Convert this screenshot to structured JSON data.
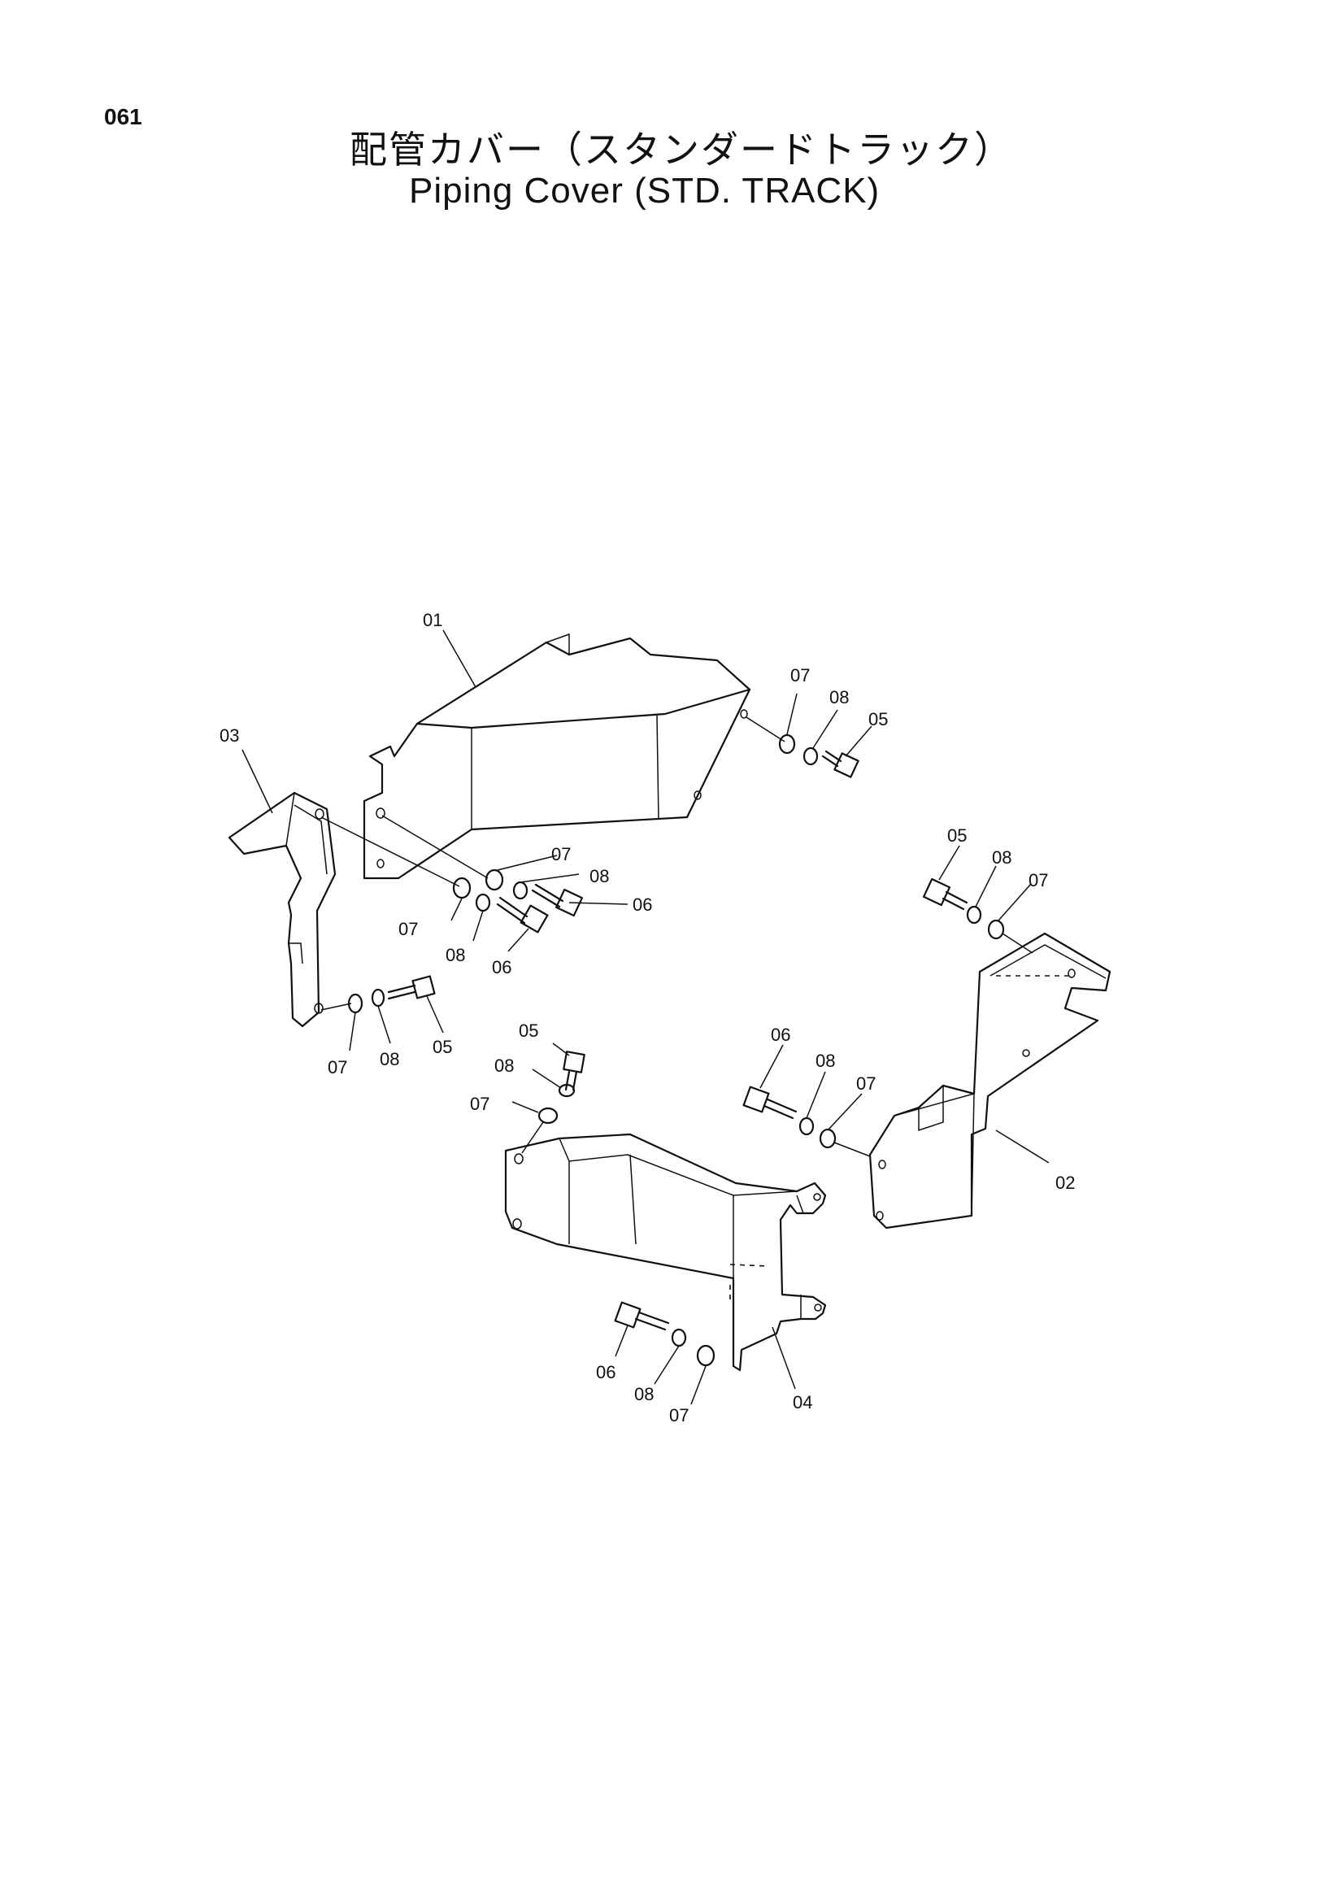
{
  "page": {
    "number": "061",
    "title_jp": "配管カバー（スタンダードトラック）",
    "title_en": "Piping Cover (STD. TRACK)"
  },
  "callouts": {
    "c01": "01",
    "c02": "02",
    "c03": "03",
    "c04": "04",
    "c05a": "05",
    "c05b": "05",
    "c05c": "05",
    "c05d": "05",
    "c06a": "06",
    "c06b": "06",
    "c06c": "06",
    "c06d": "06",
    "c07a": "07",
    "c07b": "07",
    "c07c": "07",
    "c07d": "07",
    "c07e": "07",
    "c07f": "07",
    "c07g": "07",
    "c08a": "08",
    "c08b": "08",
    "c08c": "08",
    "c08d": "08",
    "c08e": "08",
    "c08f": "08",
    "c08g": "08"
  }
}
